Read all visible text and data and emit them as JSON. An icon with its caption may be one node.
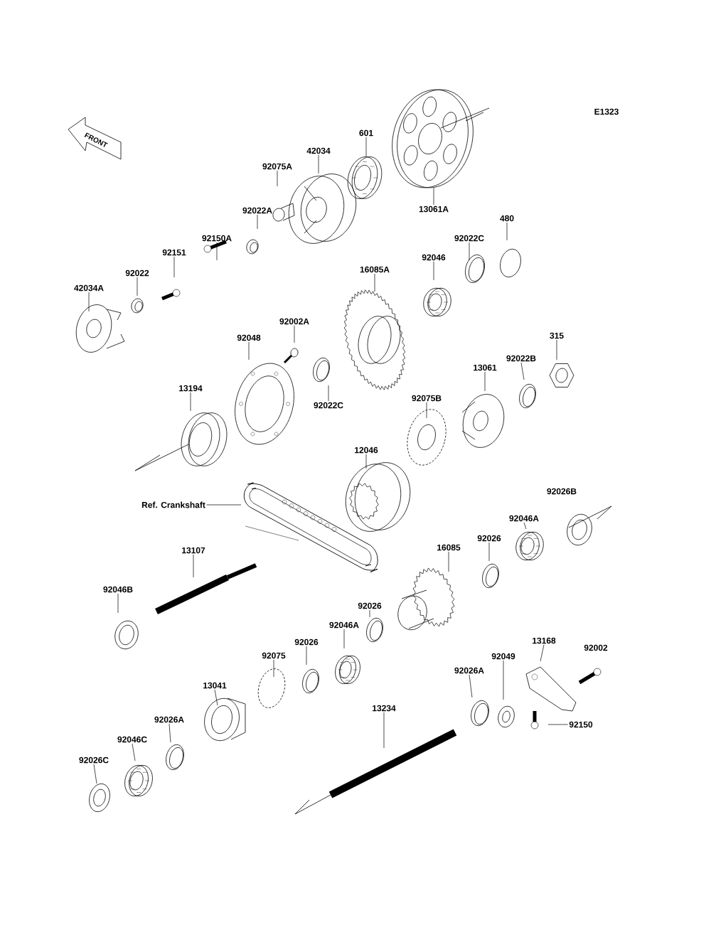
{
  "diagram": {
    "nodes": [
      {
        "text": [
          "42034"
        ]
      },
      {
        "text": [
          "601"
        ]
      },
      {
        "text": [
          "92075A"
        ]
      },
      {
        "text": [
          "13061A"
        ]
      },
      {
        "text": [
          "92022A"
        ]
      },
      {
        "text": [
          "92150A"
        ]
      },
      {
        "text": [
          "92151"
        ]
      },
      {
        "text": [
          "480"
        ]
      },
      {
        "text": [
          "92022C"
        ]
      },
      {
        "text": [
          "92046"
        ]
      },
      {
        "text": [
          "92022"
        ]
      },
      {
        "text": [
          "16085A"
        ]
      },
      {
        "text": [
          "42034A"
        ]
      },
      {
        "text": [
          "92002A"
        ]
      },
      {
        "text": [
          "92048"
        ]
      },
      {
        "text": [
          "315"
        ]
      },
      {
        "text": [
          "92022B"
        ]
      },
      {
        "text": [
          "13061"
        ]
      },
      {
        "text": [
          "13194"
        ]
      },
      {
        "text": [
          "92022C"
        ]
      },
      {
        "text": [
          "92075B"
        ]
      },
      {
        "text": [
          "12046"
        ]
      },
      {
        "text": [
          "Ref. Crankshaft"
        ]
      },
      {
        "text": [
          "92046A"
        ]
      },
      {
        "text": [
          "92026"
        ]
      },
      {
        "text": [
          "16085"
        ]
      },
      {
        "text": [
          "13107"
        ]
      },
      {
        "text": [
          "92046B"
        ]
      },
      {
        "text": [
          "92026"
        ]
      },
      {
        "text": [
          "92046A"
        ]
      },
      {
        "text": [
          "13168"
        ]
      },
      {
        "text": [
          "92026"
        ]
      },
      {
        "text": [
          "92075"
        ]
      },
      {
        "text": [
          "92049"
        ]
      },
      {
        "text": [
          "92026A"
        ]
      },
      {
        "text": [
          "13041"
        ]
      },
      {
        "text": [
          "13234"
        ]
      },
      {
        "text": [
          "92150"
        ]
      },
      {
        "text": [
          "92026A"
        ]
      },
      {
        "text": [
          "92046C"
        ]
      },
      {
        "text": [
          "92026C"
        ]
      }
    ],
    "edges": [
      {
        "from": 0,
        "to": null,
        "arrow": "none"
      },
      {
        "from": 1,
        "to": null,
        "arrow": "none"
      },
      {
        "from": 2,
        "to": null,
        "arrow": "none"
      },
      {
        "from": 3,
        "to": null,
        "arrow": "none"
      },
      {
        "from": 4,
        "to": null,
        "arrow": "none"
      },
      {
        "from": 5,
        "to": null,
        "arrow": "none"
      },
      {
        "from": 6,
        "to": null,
        "arrow": "none"
      },
      {
        "from": 7,
        "to": null,
        "arrow": "none"
      },
      {
        "from": 8,
        "to": null,
        "arrow": "none"
      },
      {
        "from": 9,
        "to": null,
        "arrow": "none"
      },
      {
        "from": 10,
        "to": null,
        "arrow": "none"
      },
      {
        "from": 11,
        "to": null,
        "arrow": "none"
      },
      {
        "from": 12,
        "to": null,
        "arrow": "none"
      },
      {
        "from": 13,
        "to": null,
        "arrow": "none"
      },
      {
        "from": 14,
        "to": null,
        "arrow": "none"
      },
      {
        "from": 15,
        "to": null,
        "arrow": "none"
      },
      {
        "from": 16,
        "to": null,
        "arrow": "none"
      },
      {
        "from": 17,
        "to": null,
        "arrow": "none"
      },
      {
        "from": 18,
        "to": null,
        "arrow": "none"
      },
      {
        "from": 19,
        "to": null,
        "arrow": "none"
      },
      {
        "from": 20,
        "to": null,
        "arrow": "none"
      },
      {
        "from": 21,
        "to": null,
        "arrow": "none"
      },
      {
        "from": 22,
        "to": null,
        "arrow": "none"
      },
      {
        "from": 23,
        "to": null,
        "arrow": "none"
      },
      {
        "from": 24,
        "to": null,
        "arrow": "none"
      },
      {
        "from": 25,
        "to": null,
        "arrow": "none"
      },
      {
        "from": 26,
        "to": null,
        "arrow": "none"
      },
      {
        "from": 27,
        "to": null,
        "arrow": "none"
      },
      {
        "from": 28,
        "to": null,
        "arrow": "none"
      },
      {
        "from": 29,
        "to": null,
        "arrow": "none"
      },
      {
        "from": 30,
        "to": null,
        "arrow": "none"
      },
      {
        "from": 31,
        "to": null,
        "arrow": "none"
      },
      {
        "from": 32,
        "to": null,
        "arrow": "none"
      },
      {
        "from": 33,
        "to": null,
        "arrow": "none"
      },
      {
        "from": 34,
        "to": null,
        "arrow": "none"
      },
      {
        "from": 35,
        "to": null,
        "arrow": "none"
      },
      {
        "from": 36,
        "to": null,
        "arrow": "none"
      },
      {
        "from": 37,
        "to": null,
        "arrow": "none"
      },
      {
        "from": 38,
        "to": null,
        "arrow": "none"
      },
      {
        "from": 39,
        "to": null,
        "arrow": "none"
      },
      {
        "from": 40,
        "to": null,
        "arrow": "none"
      }
    ],
    "labels": [
      "E1323",
      "FRONT",
      "92026B",
      "92002"
    ]
  }
}
